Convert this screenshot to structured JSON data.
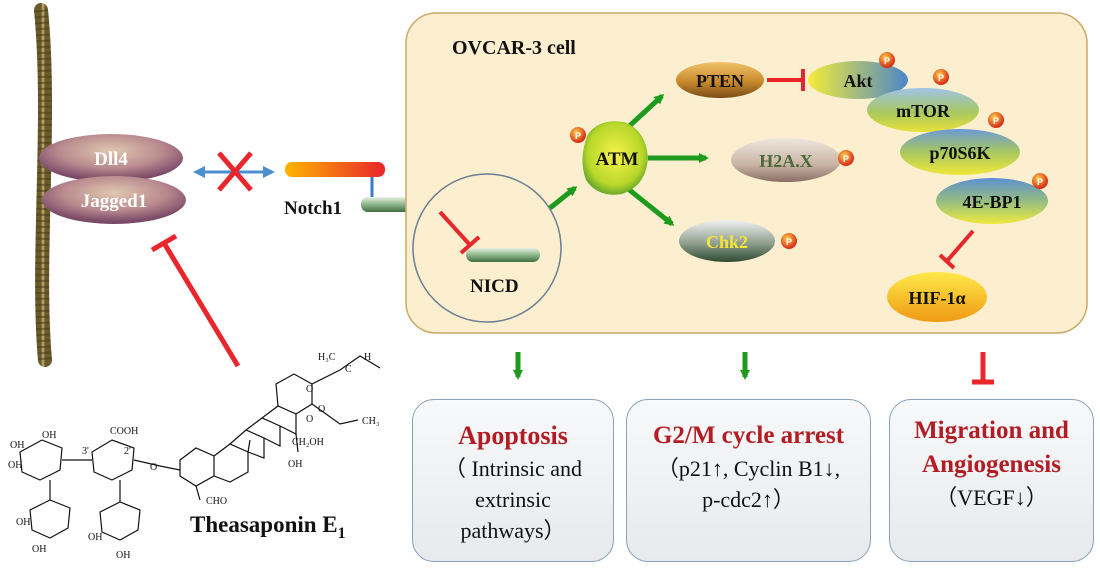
{
  "cell": {
    "title": "OVCAR-3 cell"
  },
  "membrane": {
    "ligands": [
      "Dll4",
      "Jagged1"
    ]
  },
  "notch": {
    "receptor": "Notch1",
    "nicd": "NICD"
  },
  "proteins": {
    "atm": "ATM",
    "pten": "PTEN",
    "h2ax": "H2A.X",
    "chk2": "Chk2",
    "akt": "Akt",
    "mtor": "mTOR",
    "p70s6k": "p70S6K",
    "ebp1": "4E-BP1",
    "hif1a": "HIF-1α"
  },
  "phospho_label": "P",
  "compound": {
    "name": "Theasaponin E",
    "subscript": "1"
  },
  "structure_labels": {
    "h3c": "H₃C",
    "h": "H",
    "c": "C",
    "o1": "O",
    "o2": "O",
    "o3": "O",
    "ch3": "CH₃",
    "cooh": "COOH",
    "ch2oh": "CH₂OH",
    "oh1": "OH",
    "oh2": "OH",
    "oh3": "OH",
    "oh4": "OH",
    "oh5": "OH",
    "oh6": "OH",
    "oh7": "OH",
    "oh8": "OH",
    "cho": "CHO",
    "prime3": "3'",
    "prime2": "2'",
    "o4": "O"
  },
  "outcomes": [
    {
      "title": "Apoptosis",
      "lines": [
        "（ Intrinsic and",
        "extrinsic",
        "pathways）"
      ]
    },
    {
      "title": "G2/M cycle arrest",
      "lines": [
        "（p21↑, Cyclin B1↓,",
        "p-cdc2↑）"
      ]
    },
    {
      "title_lines": [
        "Migration and",
        "Angiogenesis"
      ],
      "lines": [
        "（VEGF↓）"
      ]
    }
  ],
  "colors": {
    "activation_arrow": "#1e9a1e",
    "inhibition": "#e8262b",
    "outcome_title": "#b21d24",
    "cell_fill": "#fcefcf",
    "cell_border": "#caa96a"
  }
}
